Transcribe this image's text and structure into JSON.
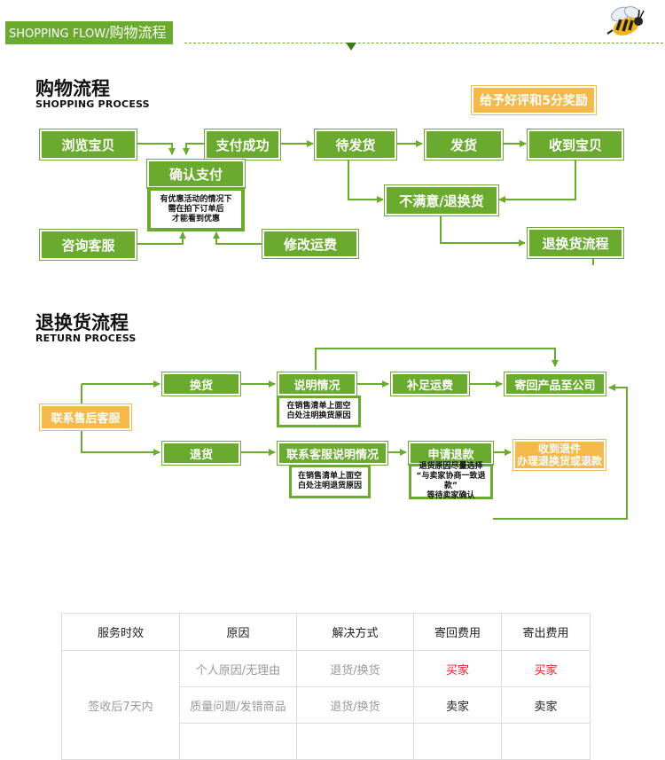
{
  "header": {
    "tag_en": "SHOPPING FLOW/",
    "tag_zh": "购物流程"
  },
  "shopping": {
    "title_zh": "购物流程",
    "title_en": "SHOPPING PROCESS",
    "reward": "给予好评和5分奖励",
    "browse": "浏览宝贝",
    "consult": "咨询客服",
    "confirm_pay": "确认支付",
    "confirm_note": [
      "有优惠活动的情况下",
      "需在拍下订单后",
      "才能看到优惠"
    ],
    "modify_freight": "修改运费",
    "pay_success": "支付成功",
    "wait_ship": "待发货",
    "shipped": "发货",
    "received": "收到宝贝",
    "unsatisfied": "不满意/退换货",
    "return_flow": "退换货流程"
  },
  "return": {
    "title_zh": "退换货流程",
    "title_en": "RETURN PROCESS",
    "contact": "联系售后客服",
    "exchange": "换货",
    "refund": "退货",
    "explain": "说明情况",
    "explain_note": [
      "在销售清单上面空",
      "白处注明换货原因"
    ],
    "pay_freight": "补足运费",
    "send_back": "寄回产品至公司",
    "contact_explain": "联系客服说明情况",
    "contact_note": [
      "在销售清单上面空",
      "白处注明退货原因"
    ],
    "apply_refund": "申请退款",
    "refund_note": [
      "退货原因尽量选择",
      "“与卖家协商一致退款”",
      "等待卖家确认"
    ],
    "receive_line1": "收到退件",
    "receive_line2": "办理退换货或退款"
  },
  "service_table": {
    "headers": [
      "服务时效",
      "原因",
      "解决方式",
      "寄回费用",
      "寄出费用"
    ],
    "period": "签收后7天内",
    "rows": [
      {
        "reason": "个人原因/无理由",
        "solution": "退货/换货",
        "return_fee": "买家",
        "send_fee": "买家"
      },
      {
        "reason": "质量问题/发错商品",
        "solution": "退货/换货",
        "return_fee": "卖家",
        "send_fee": "卖家"
      }
    ]
  },
  "colors": {
    "green": "#6aaa2e",
    "orange": "#f3b94a",
    "red": "#e0242b"
  }
}
